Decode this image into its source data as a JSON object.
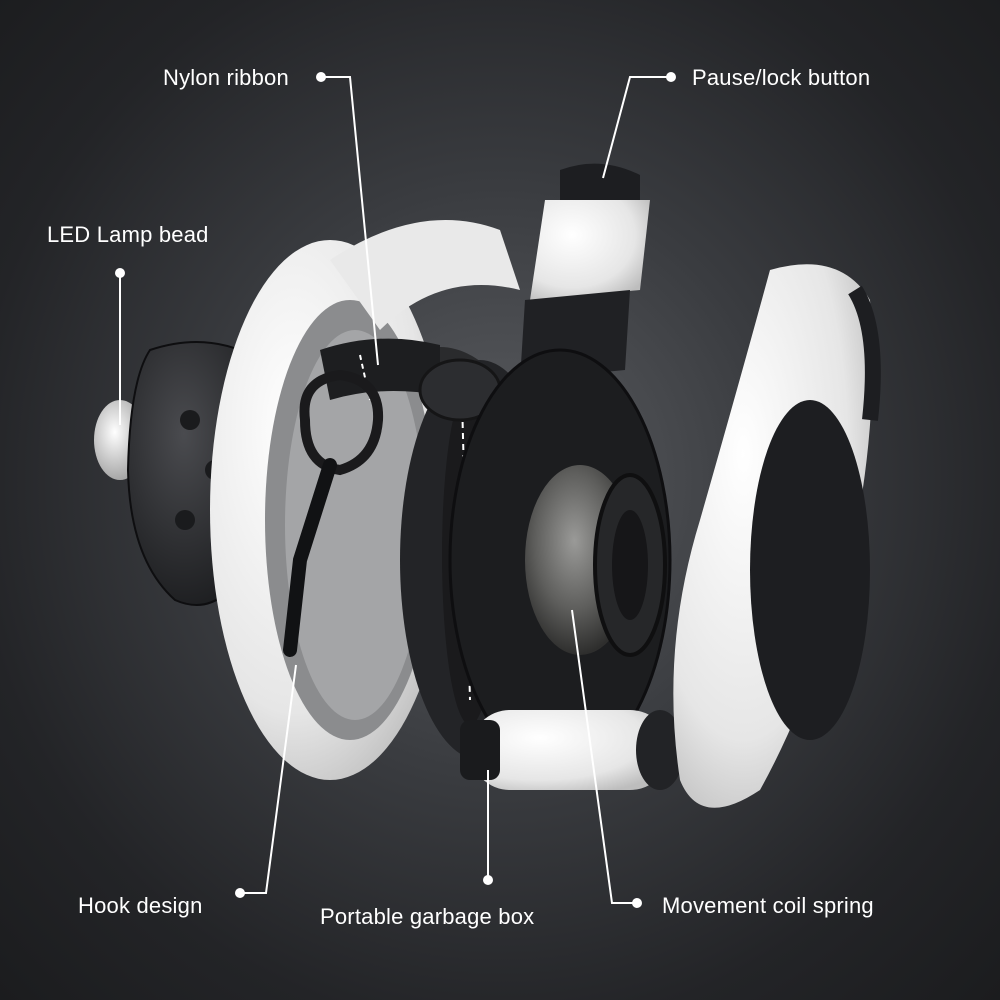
{
  "callouts": {
    "nylon_ribbon": "Nylon ribbon",
    "pause_lock_button": "Pause/lock button",
    "led_lamp_bead": "LED Lamp bead",
    "hook_design": "Hook design",
    "portable_garbage_box": "Portable garbage box",
    "movement_coil_spring": "Movement coil spring"
  },
  "colors": {
    "background_center": "#5b5d61",
    "background_edge": "#1b1c1e",
    "shell_white": "#f2f2f2",
    "part_dark": "#2a2b2e",
    "leader_line": "#ffffff",
    "label_text": "#ffffff"
  }
}
